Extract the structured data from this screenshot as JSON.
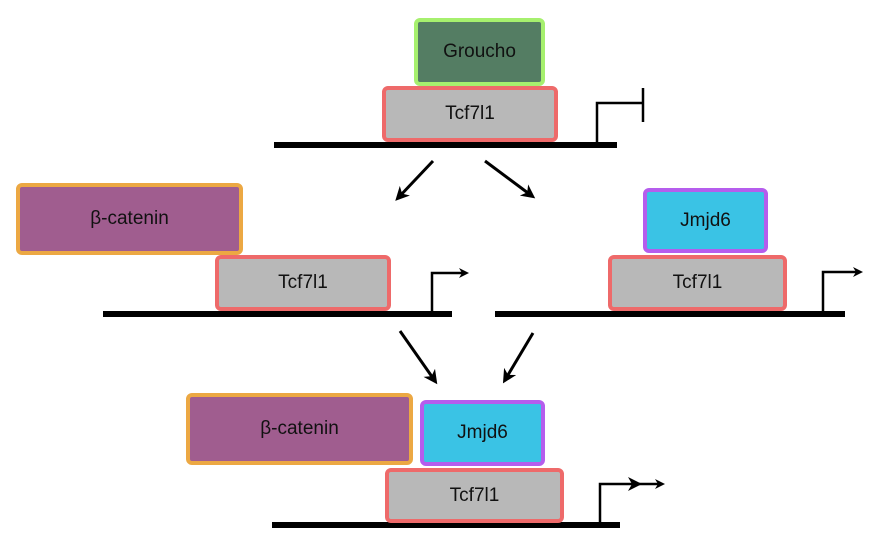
{
  "diagram": {
    "type": "gene regulation schematic",
    "panels": {
      "top": {
        "state": "repressed",
        "proteins": [
          {
            "id": "groucho",
            "label": "Groucho"
          },
          {
            "id": "tcf7l1",
            "label": "Tcf7l1"
          }
        ],
        "promoter": "blocked"
      },
      "middle_left": {
        "state": "active",
        "proteins": [
          {
            "id": "beta-catenin",
            "label": "β-catenin"
          },
          {
            "id": "tcf7l1",
            "label": "Tcf7l1"
          }
        ],
        "promoter": "single-arrow"
      },
      "middle_right": {
        "state": "active",
        "proteins": [
          {
            "id": "jmjd6",
            "label": "Jmjd6"
          },
          {
            "id": "tcf7l1",
            "label": "Tcf7l1"
          }
        ],
        "promoter": "single-arrow"
      },
      "bottom": {
        "state": "strongly active",
        "proteins": [
          {
            "id": "beta-catenin",
            "label": "β-catenin"
          },
          {
            "id": "jmjd6",
            "label": "Jmjd6"
          },
          {
            "id": "tcf7l1",
            "label": "Tcf7l1"
          }
        ],
        "promoter": "double-arrow"
      }
    },
    "flows": [
      {
        "from": "top",
        "to": "middle_left"
      },
      {
        "from": "top",
        "to": "middle_right"
      },
      {
        "from": "middle_left",
        "to": "bottom"
      },
      {
        "from": "middle_right",
        "to": "bottom"
      }
    ],
    "colors": {
      "tcf7l1_fill": "#b8b8b8",
      "tcf7l1_border": "#ee6a6a",
      "groucho_fill": "#547d63",
      "groucho_border": "#a6f06e",
      "beta_catenin_fill": "#a05d8f",
      "beta_catenin_border": "#eca843",
      "jmjd6_fill": "#3ac3e5",
      "jmjd6_border": "#b55ded",
      "dna": "#000000"
    }
  }
}
